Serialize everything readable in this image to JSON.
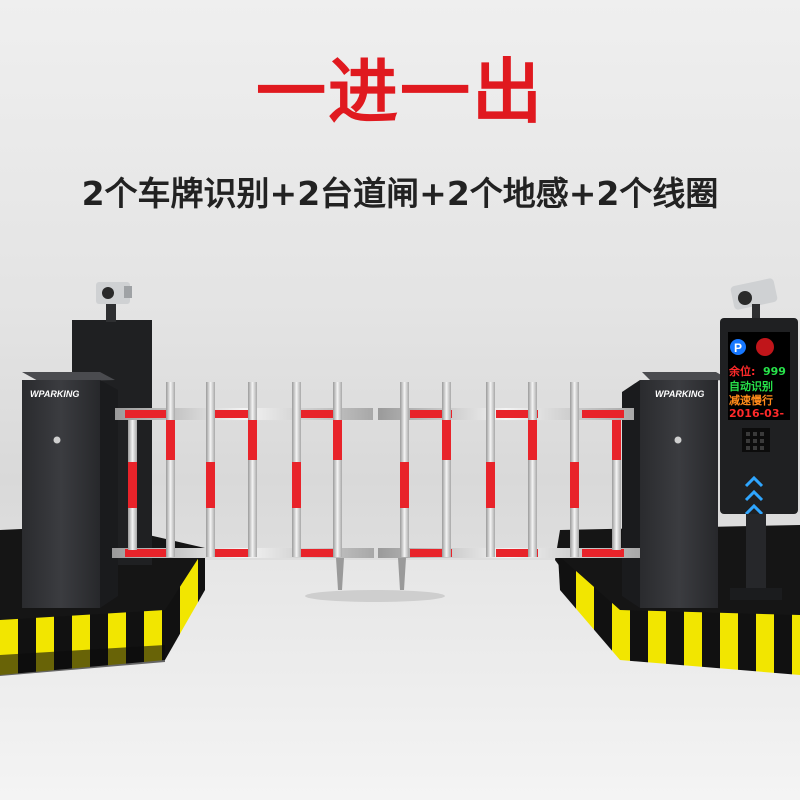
{
  "headline": "一进一出",
  "subline": "2个车牌识别+2台道闸+2个地感+2个线圈",
  "barrier_left": {
    "brand": "WPARKING"
  },
  "barrier_right": {
    "brand": "WPARKING"
  },
  "display": {
    "parking_symbol": "P",
    "line1_label": "余位:",
    "line1_value": "999",
    "line2": "自动识别",
    "line3": "减速慢行",
    "line4": "2016-03-"
  },
  "colors": {
    "headline": "#e0191f",
    "barrier_red": "#e8232a",
    "hazard_yellow": "#f2e600",
    "led_red": "#ff2a2a",
    "led_green": "#27e34a",
    "led_orange": "#ff8a1a"
  },
  "icons": {
    "parking_sign": "P-circle",
    "up_arrows": "chevron-up x3",
    "camera": "cctv-camera"
  }
}
